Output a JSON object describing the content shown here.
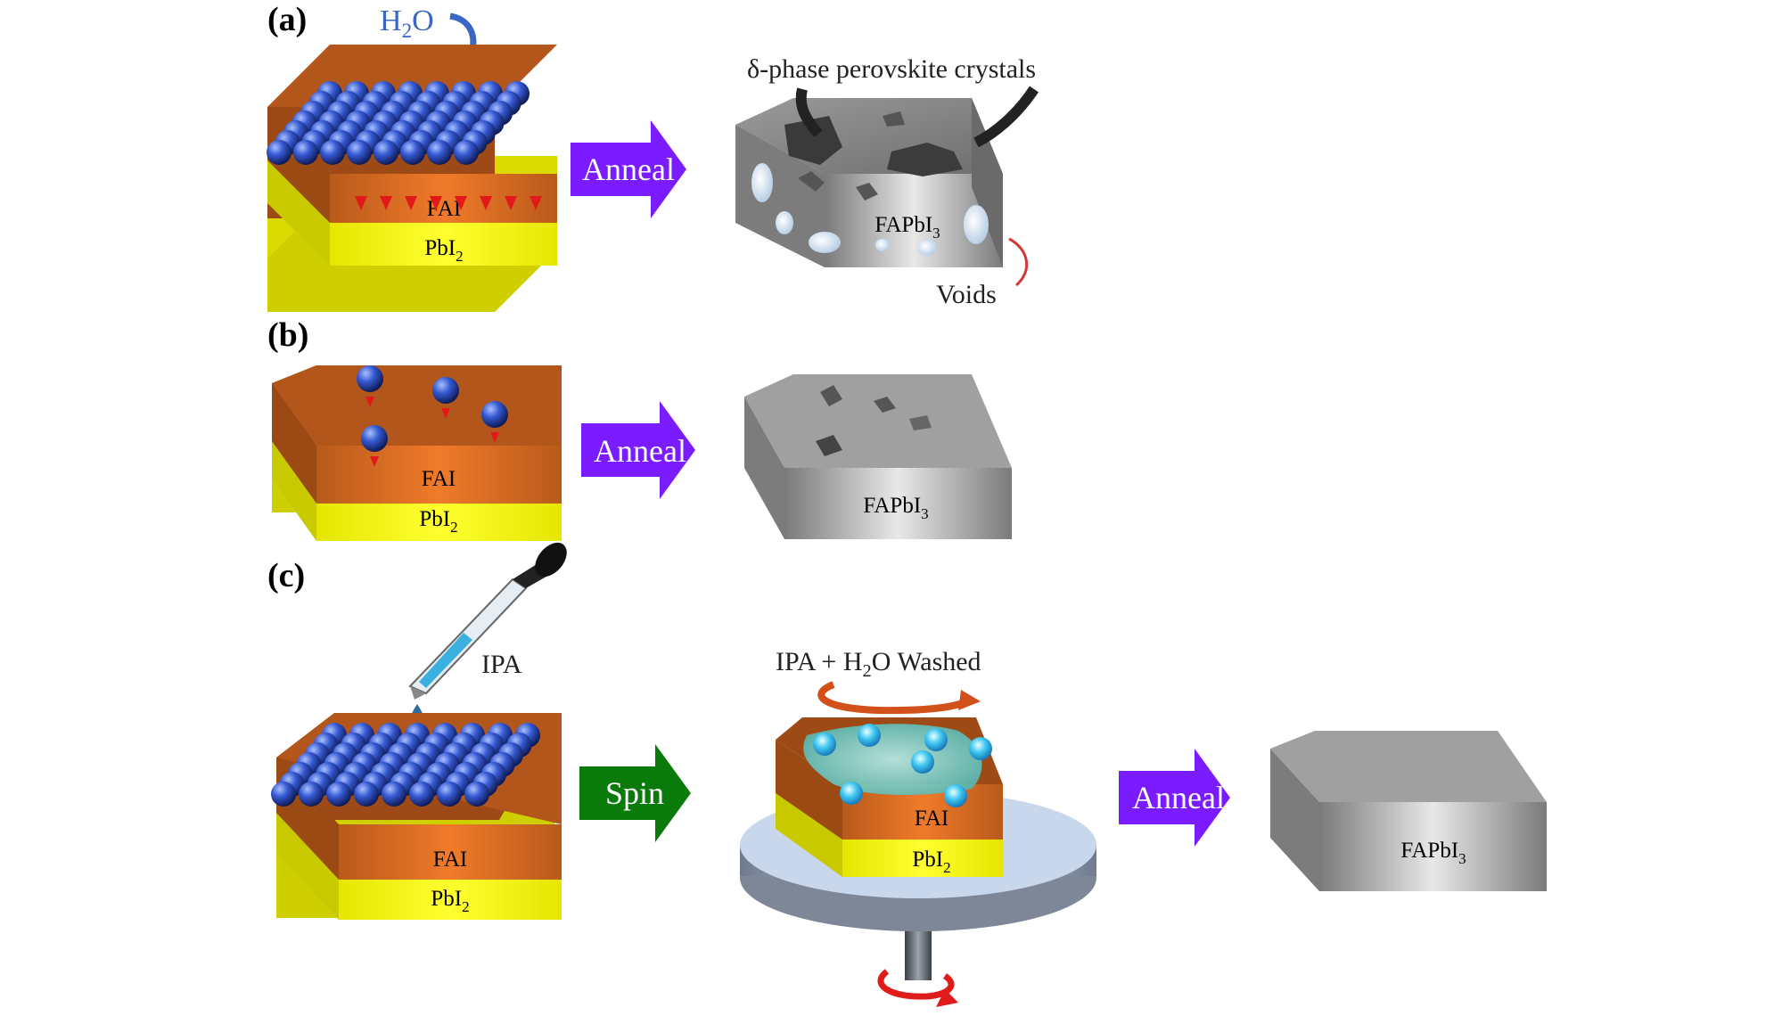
{
  "panels": {
    "a": {
      "label": "(a)",
      "water_label": "H",
      "water_sub": "2",
      "water_tail": "O",
      "top_layer": "FAI",
      "bottom_layer_main": "PbI",
      "bottom_layer_sub": "2",
      "arrow_label": "Anneal",
      "product_main": "FAPbI",
      "product_sub": "3",
      "delta_label": "δ-phase perovskite crystals",
      "voids_label": "Voids"
    },
    "b": {
      "label": "(b)",
      "top_layer": "FAI",
      "bottom_layer_main": "PbI",
      "bottom_layer_sub": "2",
      "arrow_label": "Anneal",
      "product_main": "FAPbI",
      "product_sub": "3"
    },
    "c": {
      "label": "(c)",
      "ipa_label": "IPA",
      "top_layer": "FAI",
      "bottom_layer_main": "PbI",
      "bottom_layer_sub": "2",
      "spin_label": "Spin",
      "washed_pre": "IPA + H",
      "washed_sub": "2",
      "washed_post": "O Washed",
      "spin_top_layer": "FAI",
      "spin_bottom_main": "PbI",
      "spin_bottom_sub": "2",
      "anneal_label": "Anneal",
      "product_main": "FAPbI",
      "product_sub": "3"
    }
  },
  "colors": {
    "fai": "#b2561c",
    "pbi2": "#f5f500",
    "sphere": "#2f55c8",
    "anneal_arrow": "#7a1cff",
    "spin_arrow": "#0a7a0a",
    "perovskite": "#8c8c8c",
    "water_arrow": "#3a66c4"
  }
}
